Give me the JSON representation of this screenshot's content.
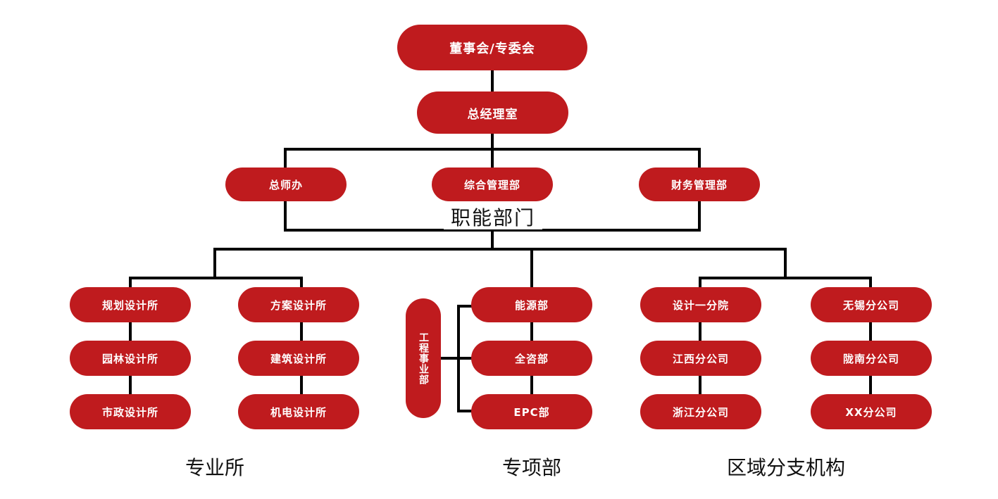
{
  "colors": {
    "node_fill": "#bf1b1e",
    "node_text": "#ffffff",
    "line": "#000000",
    "label": "#111111"
  },
  "top": {
    "board": "董事会/专委会",
    "gm_office": "总经理室"
  },
  "functional": {
    "label": "职能部门",
    "units": [
      "总师办",
      "综合管理部",
      "财务管理部"
    ]
  },
  "professional": {
    "label": "专业所",
    "col1": [
      "规划设计所",
      "园林设计所",
      "市政设计所"
    ],
    "col2": [
      "方案设计所",
      "建筑设计所",
      "机电设计所"
    ]
  },
  "special": {
    "label": "专项部",
    "engineering": "工程事业部",
    "units": [
      "能源部",
      "全咨部",
      "EPC部"
    ]
  },
  "regional": {
    "label": "区域分支机构",
    "col1": [
      "设计一分院",
      "江西分公司",
      "浙江分公司"
    ],
    "col2": [
      "无锡分公司",
      "陇南分公司",
      "XX分公司"
    ]
  }
}
